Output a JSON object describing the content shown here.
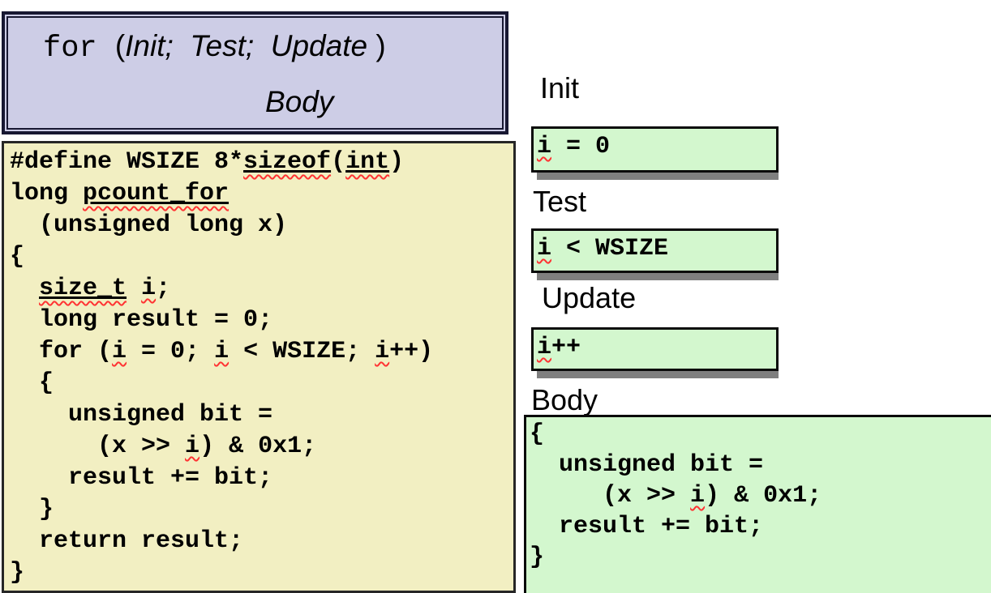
{
  "for_box": {
    "line1": [
      {
        "t": "for ",
        "m": "mono"
      },
      {
        "t": "("
      },
      {
        "t": "Init;  Test;  Update ",
        "m": "it"
      },
      {
        "t": ")"
      }
    ],
    "line2": [
      {
        "t": "Body",
        "m": "it"
      }
    ]
  },
  "labels": {
    "init": "Init",
    "test": "Test",
    "update": "Update",
    "body": "Body"
  },
  "code_box": {
    "lines": [
      [
        {
          "t": "#define WSIZE 8*"
        },
        {
          "t": "sizeof",
          "m": "uw"
        },
        {
          "t": "("
        },
        {
          "t": "int",
          "m": "uw"
        },
        {
          "t": ")"
        }
      ],
      [
        {
          "t": "long "
        },
        {
          "t": "pcount_for",
          "m": "uw"
        }
      ],
      [
        {
          "t": "  (unsigned long x)"
        }
      ],
      [
        {
          "t": "{"
        }
      ],
      [
        {
          "t": "  "
        },
        {
          "t": "size_t",
          "m": "uw"
        },
        {
          "t": " "
        },
        {
          "t": "i",
          "m": "w"
        },
        {
          "t": ";"
        }
      ],
      [
        {
          "t": "  long result = 0;"
        }
      ],
      [
        {
          "t": "  for ("
        },
        {
          "t": "i",
          "m": "w"
        },
        {
          "t": " = 0; "
        },
        {
          "t": "i",
          "m": "w"
        },
        {
          "t": " < WSIZE; "
        },
        {
          "t": "i",
          "m": "w"
        },
        {
          "t": "++)"
        }
      ],
      [
        {
          "t": "  {"
        }
      ],
      [
        {
          "t": "    unsigned bit ="
        }
      ],
      [
        {
          "t": "      (x >> "
        },
        {
          "t": "i",
          "m": "w"
        },
        {
          "t": ") & 0x1;"
        }
      ],
      [
        {
          "t": "    result += bit;"
        }
      ],
      [
        {
          "t": "  }"
        }
      ],
      [
        {
          "t": "  return result;"
        }
      ],
      [
        {
          "t": "}"
        }
      ]
    ]
  },
  "init_box": {
    "lines": [
      [
        {
          "t": "i",
          "m": "w"
        },
        {
          "t": " = 0"
        }
      ]
    ]
  },
  "test_box": {
    "lines": [
      [
        {
          "t": "i",
          "m": "w"
        },
        {
          "t": " < WSIZE"
        }
      ]
    ]
  },
  "update_box": {
    "lines": [
      [
        {
          "t": "i",
          "m": "w"
        },
        {
          "t": "++"
        }
      ]
    ]
  },
  "body_box": {
    "lines": [
      [
        {
          "t": "{"
        }
      ],
      [
        {
          "t": "  unsigned bit ="
        }
      ],
      [
        {
          "t": "     (x >> "
        },
        {
          "t": "i",
          "m": "w"
        },
        {
          "t": ") & 0x1;"
        }
      ],
      [
        {
          "t": "  result += bit;"
        }
      ],
      [
        {
          "t": "}"
        }
      ]
    ]
  },
  "colors": {
    "lavender_fill": "#cdcde6",
    "navy_border": "#181832",
    "yellow_fill": "#f2efc2",
    "green_fill": "#d3f7ce",
    "box_border": "#0a0a0a",
    "shadow_gray": "#7f7f7f",
    "squiggle_red": "#ff3333",
    "text": "#000000"
  }
}
